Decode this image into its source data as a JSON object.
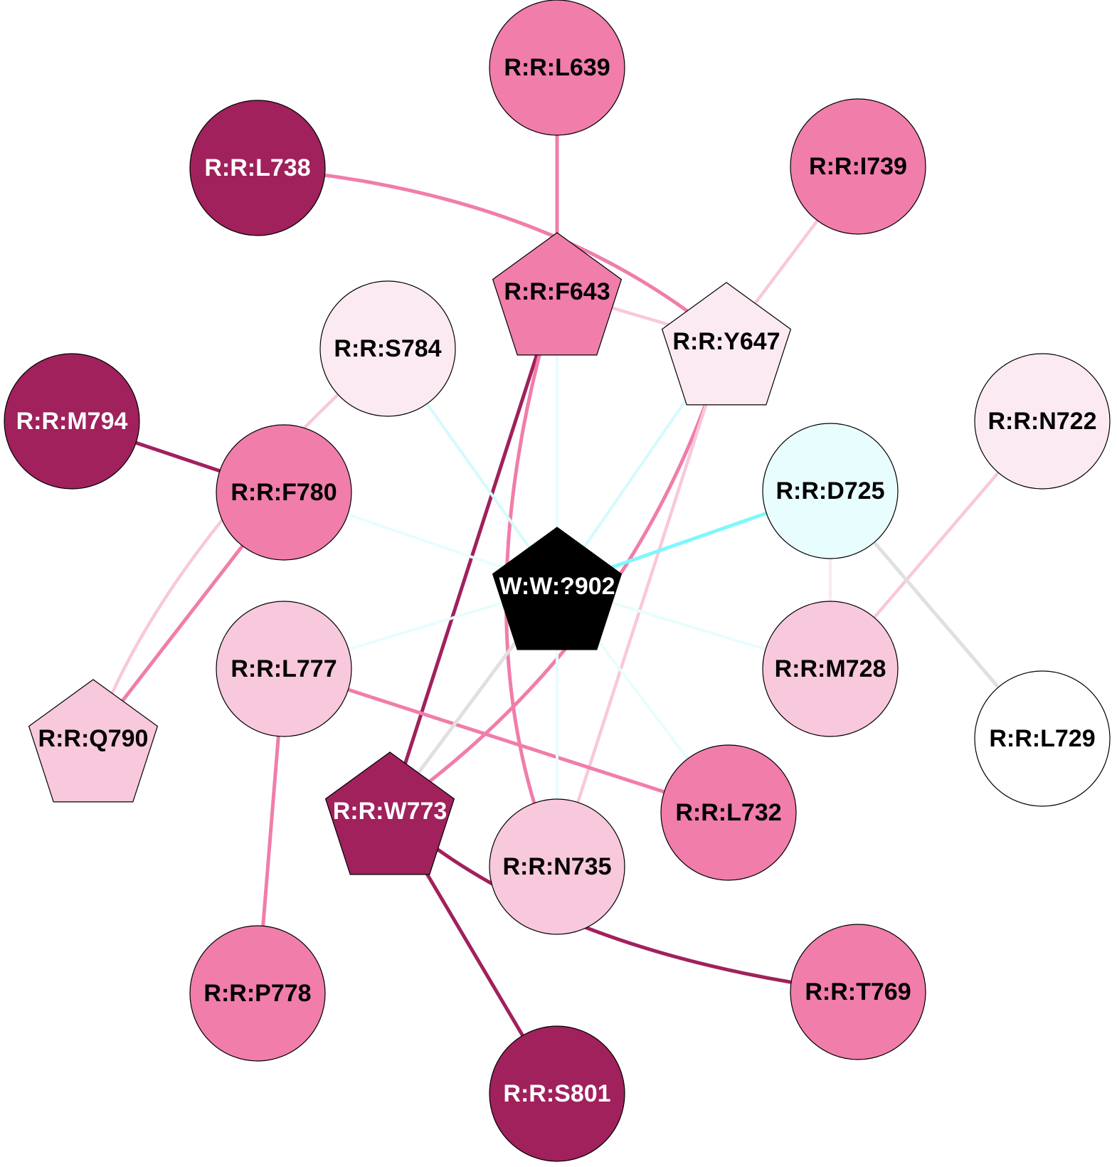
{
  "colors": {
    "dark": "#A0215C",
    "medium": "#F07DAA",
    "light": "#F8C8DC",
    "pale": "#FBEAF2",
    "white": "#FFFFFF",
    "cyan_pale": "#E8FEFE",
    "black": "#000000",
    "edge_cyan": "#7FF8FC",
    "edge_cyan_light": "#D4FBFD",
    "edge_cyan_pale": "#E8FDFD",
    "edge_grey": "#E0E0E0"
  },
  "nodes": [
    {
      "id": "L639",
      "label": "R:R:L639",
      "shape": "circle",
      "fill": "medium",
      "text": "dark"
    },
    {
      "id": "L738",
      "label": "R:R:L738",
      "shape": "circle",
      "fill": "dark",
      "text": "light"
    },
    {
      "id": "I739",
      "label": "R:R:I739",
      "shape": "circle",
      "fill": "medium",
      "text": "dark"
    },
    {
      "id": "F643",
      "label": "R:R:F643",
      "shape": "pentagon",
      "fill": "medium",
      "text": "dark"
    },
    {
      "id": "Y647",
      "label": "R:R:Y647",
      "shape": "pentagon",
      "fill": "pale",
      "text": "dark"
    },
    {
      "id": "S784",
      "label": "R:R:S784",
      "shape": "circle",
      "fill": "pale",
      "text": "dark"
    },
    {
      "id": "M794",
      "label": "R:R:M794",
      "shape": "circle",
      "fill": "dark",
      "text": "light"
    },
    {
      "id": "N722",
      "label": "R:R:N722",
      "shape": "circle",
      "fill": "pale",
      "text": "dark"
    },
    {
      "id": "F780",
      "label": "R:R:F780",
      "shape": "circle",
      "fill": "medium",
      "text": "dark"
    },
    {
      "id": "D725",
      "label": "R:R:D725",
      "shape": "circle",
      "fill": "cyan_pale",
      "text": "dark"
    },
    {
      "id": "W902",
      "label": "W:W:?902",
      "shape": "pentagon",
      "fill": "black",
      "text": "light"
    },
    {
      "id": "L777",
      "label": "R:R:L777",
      "shape": "circle",
      "fill": "light",
      "text": "dark"
    },
    {
      "id": "M728",
      "label": "R:R:M728",
      "shape": "circle",
      "fill": "light",
      "text": "dark"
    },
    {
      "id": "Q790",
      "label": "R:R:Q790",
      "shape": "pentagon",
      "fill": "light",
      "text": "dark"
    },
    {
      "id": "L729",
      "label": "R:R:L729",
      "shape": "circle",
      "fill": "white",
      "text": "dark"
    },
    {
      "id": "W773",
      "label": "R:R:W773",
      "shape": "pentagon",
      "fill": "dark",
      "text": "light"
    },
    {
      "id": "L732",
      "label": "R:R:L732",
      "shape": "circle",
      "fill": "medium",
      "text": "dark"
    },
    {
      "id": "N735",
      "label": "R:R:N735",
      "shape": "circle",
      "fill": "light",
      "text": "dark"
    },
    {
      "id": "P778",
      "label": "R:R:P778",
      "shape": "circle",
      "fill": "medium",
      "text": "dark"
    },
    {
      "id": "T769",
      "label": "R:R:T769",
      "shape": "circle",
      "fill": "medium",
      "text": "dark"
    },
    {
      "id": "S801",
      "label": "R:R:S801",
      "shape": "circle",
      "fill": "dark",
      "text": "light"
    }
  ],
  "edges": [
    {
      "source": "L639",
      "target": "F643",
      "color": "medium"
    },
    {
      "source": "L738",
      "target": "Y647",
      "color": "medium"
    },
    {
      "source": "I739",
      "target": "Y647",
      "color": "light"
    },
    {
      "source": "F643",
      "target": "Y647",
      "color": "light"
    },
    {
      "source": "F643",
      "target": "W773",
      "color": "dark"
    },
    {
      "source": "F643",
      "target": "N735",
      "color": "medium"
    },
    {
      "source": "F643",
      "target": "W902",
      "color": "edge_cyan_pale"
    },
    {
      "source": "Y647",
      "target": "W773",
      "color": "medium"
    },
    {
      "source": "Y647",
      "target": "N735",
      "color": "light"
    },
    {
      "source": "Y647",
      "target": "W902",
      "color": "edge_cyan_light"
    },
    {
      "source": "S784",
      "target": "Q790",
      "color": "light"
    },
    {
      "source": "S784",
      "target": "W902",
      "color": "edge_cyan_light"
    },
    {
      "source": "M794",
      "target": "F780",
      "color": "dark"
    },
    {
      "source": "F780",
      "target": "Q790",
      "color": "medium"
    },
    {
      "source": "F780",
      "target": "W902",
      "color": "edge_cyan_pale"
    },
    {
      "source": "N722",
      "target": "M728",
      "color": "light"
    },
    {
      "source": "D725",
      "target": "W902",
      "color": "edge_cyan"
    },
    {
      "source": "D725",
      "target": "M728",
      "color": "pale"
    },
    {
      "source": "D725",
      "target": "L729",
      "color": "edge_grey"
    },
    {
      "source": "L777",
      "target": "W902",
      "color": "edge_cyan_pale"
    },
    {
      "source": "L777",
      "target": "L732",
      "color": "medium"
    },
    {
      "source": "L777",
      "target": "P778",
      "color": "medium"
    },
    {
      "source": "M728",
      "target": "W902",
      "color": "edge_cyan_pale"
    },
    {
      "source": "W773",
      "target": "W902",
      "color": "edge_grey"
    },
    {
      "source": "W773",
      "target": "T769",
      "color": "dark"
    },
    {
      "source": "W773",
      "target": "S801",
      "color": "dark"
    },
    {
      "source": "L732",
      "target": "W902",
      "color": "edge_cyan_pale"
    },
    {
      "source": "N735",
      "target": "W902",
      "color": "edge_cyan_pale"
    }
  ]
}
